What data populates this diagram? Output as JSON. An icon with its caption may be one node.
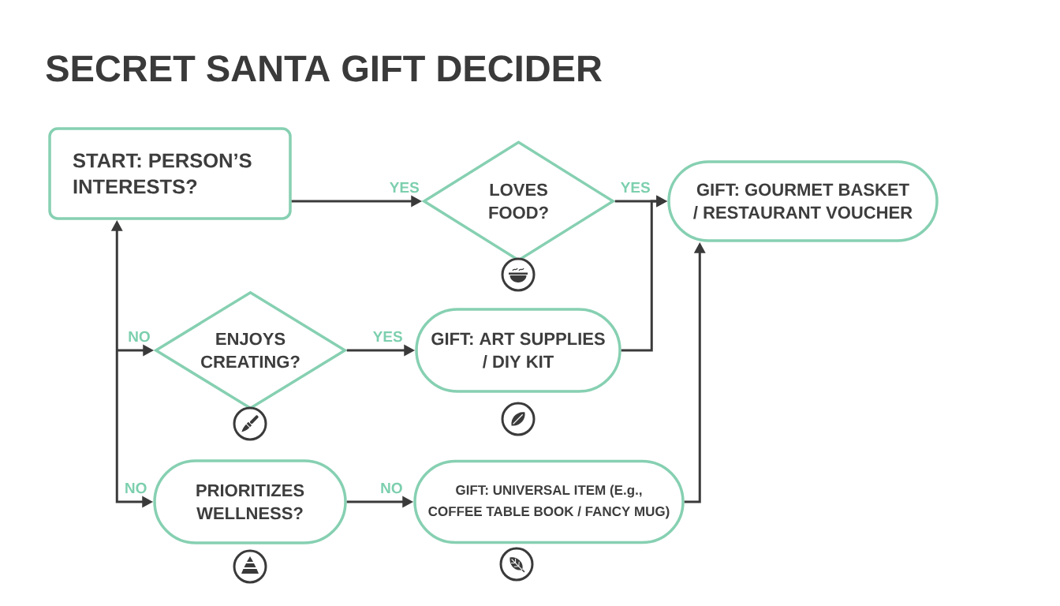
{
  "diagram": {
    "title": "SECRET SANTA GIFT DECIDER",
    "nodes": [
      {
        "text": [
          "START: PERSON’S INTERESTS?"
        ]
      },
      {
        "text": [
          "LOVES FOOD?"
        ]
      },
      {
        "text": [
          "GIFT: GOURMET BASKET / RESTAURANT VOUCHER"
        ]
      },
      {
        "text": [
          "ENJOYS CREATING?"
        ]
      },
      {
        "text": [
          "GIFT: ART SUPPLIES / DIY KIT"
        ]
      },
      {
        "text": [
          "PRIORITIZES WELLNESS?"
        ]
      },
      {
        "text": [
          "GIFT: UNIVERSAL ITEM (E.g., COFFEE TABLE BOOK / FANCY MUG)"
        ]
      }
    ],
    "edges": [
      {
        "from": 0,
        "to": 1,
        "arrow": "to",
        "label": "YES"
      },
      {
        "from": 1,
        "to": 2,
        "arrow": "to",
        "label": "YES"
      },
      {
        "from": 3,
        "to": 4,
        "arrow": "to",
        "label": "YES"
      },
      {
        "from": 4,
        "to": 2,
        "arrow": "to"
      },
      {
        "from": 5,
        "to": 6,
        "arrow": "to",
        "label": "NO"
      },
      {
        "from": 6,
        "to": 2,
        "arrow": "to"
      },
      {
        "from": 0,
        "to": 3,
        "arrow": "both",
        "label": "NO"
      },
      {
        "from": 0,
        "to": 5,
        "arrow": "both",
        "label": "NO"
      }
    ]
  }
}
